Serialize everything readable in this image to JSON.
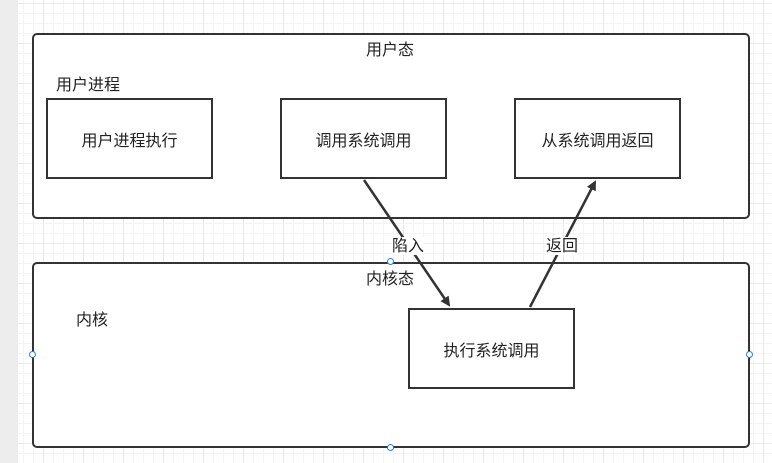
{
  "user_mode": {
    "container_title": "用户态",
    "group_label": "用户进程",
    "boxes": [
      {
        "label": "用户进程执行"
      },
      {
        "label": "调用系统调用"
      },
      {
        "label": "从系统调用返回"
      }
    ]
  },
  "kernel_mode": {
    "container_title": "内核态",
    "group_label": "内核",
    "box": {
      "label": "执行系统调用"
    }
  },
  "edges": {
    "trap_label": "陷入",
    "return_label": "返回"
  },
  "colors": {
    "stroke": "#333333",
    "handle": "#2f7fd6",
    "grid": "#e9e9e9"
  }
}
